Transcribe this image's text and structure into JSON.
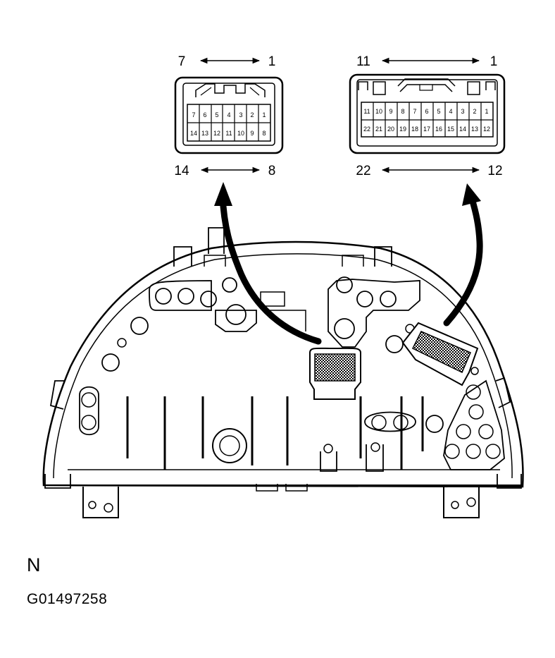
{
  "connector_left": {
    "range_top": {
      "start": "7",
      "end": "1"
    },
    "range_bottom": {
      "start": "14",
      "end": "8"
    },
    "row1": [
      "7",
      "6",
      "5",
      "4",
      "3",
      "2",
      "1"
    ],
    "row2": [
      "14",
      "13",
      "12",
      "11",
      "10",
      "9",
      "8"
    ]
  },
  "connector_right": {
    "range_top": {
      "start": "11",
      "end": "1"
    },
    "range_bottom": {
      "start": "22",
      "end": "12"
    },
    "row1": [
      "11",
      "10",
      "9",
      "8",
      "7",
      "6",
      "5",
      "4",
      "3",
      "2",
      "1"
    ],
    "row2": [
      "22",
      "21",
      "20",
      "19",
      "18",
      "17",
      "16",
      "15",
      "14",
      "13",
      "12"
    ]
  },
  "view_label": "N",
  "figure_id": "G01497258"
}
